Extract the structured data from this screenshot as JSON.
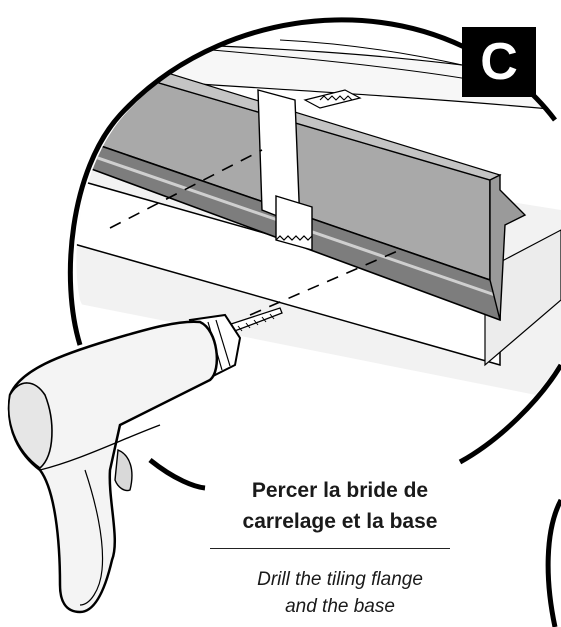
{
  "step": {
    "letter": "C"
  },
  "caption": {
    "french": [
      "Percer la bride de",
      "carrelage et la base"
    ],
    "english": [
      "Drill the tiling flange",
      "and the base"
    ]
  },
  "colors": {
    "flange_gray": "#a9a9a9",
    "flange_dark": "#7a7a7a",
    "base_light": "#f0f0f0",
    "line": "#000000",
    "badge": "#000000"
  }
}
